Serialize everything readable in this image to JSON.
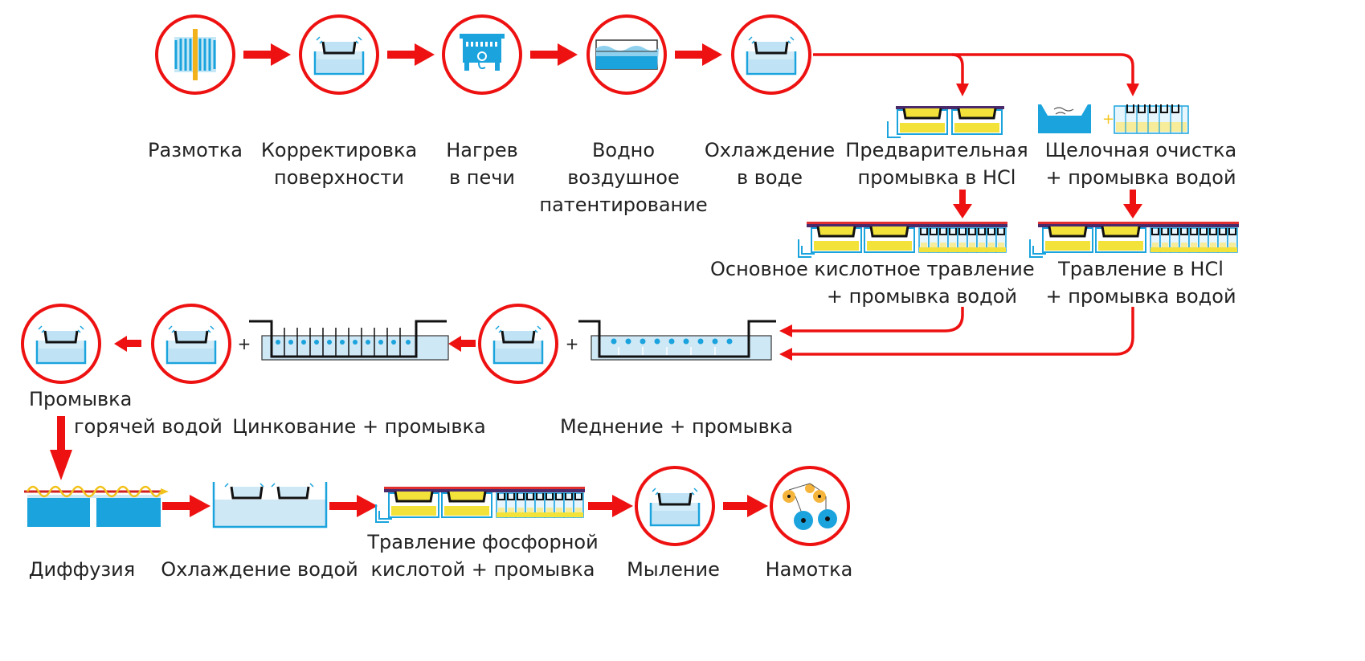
{
  "colors": {
    "accent_red": "#ee1111",
    "water_blue": "#1aa3dd",
    "light_blue": "#cfe8f6",
    "acid_yellow": "#f2e23a",
    "copper_orange": "#f5b53c"
  },
  "steps": {
    "unwinding": "Размотка",
    "surface_correction": [
      "Корректировка",
      "поверхности"
    ],
    "furnace_heating": [
      "Нагрев",
      "в печи"
    ],
    "water_air_patenting": [
      "Водно",
      "воздушное",
      "патентирование"
    ],
    "water_cooling": [
      "Охлаждение",
      "в воде"
    ],
    "hcl_prewash": [
      "Предварительная",
      "промывка в HCl"
    ],
    "alkaline_cleaning": [
      "Щелочная очистка",
      "+ промывка водой"
    ],
    "main_acid_etching": [
      "Основное кислотное травление",
      "+ промывка водой"
    ],
    "hcl_etching": [
      "Травление в HCl",
      "+ промывка водой"
    ],
    "hot_water_wash": [
      "Промывка",
      "горячей водой"
    ],
    "zinc_plating": "Цинкование + промывка",
    "copper_plating": "Меднение + промывка",
    "diffusion": "Диффузия",
    "cooling_water": "Охлаждение водой",
    "phosphoric_etching": [
      "Травление фосфорной",
      "кислотой + промывка"
    ],
    "soaping": "Мыление",
    "winding": "Намотка"
  },
  "plus_sign": "+"
}
